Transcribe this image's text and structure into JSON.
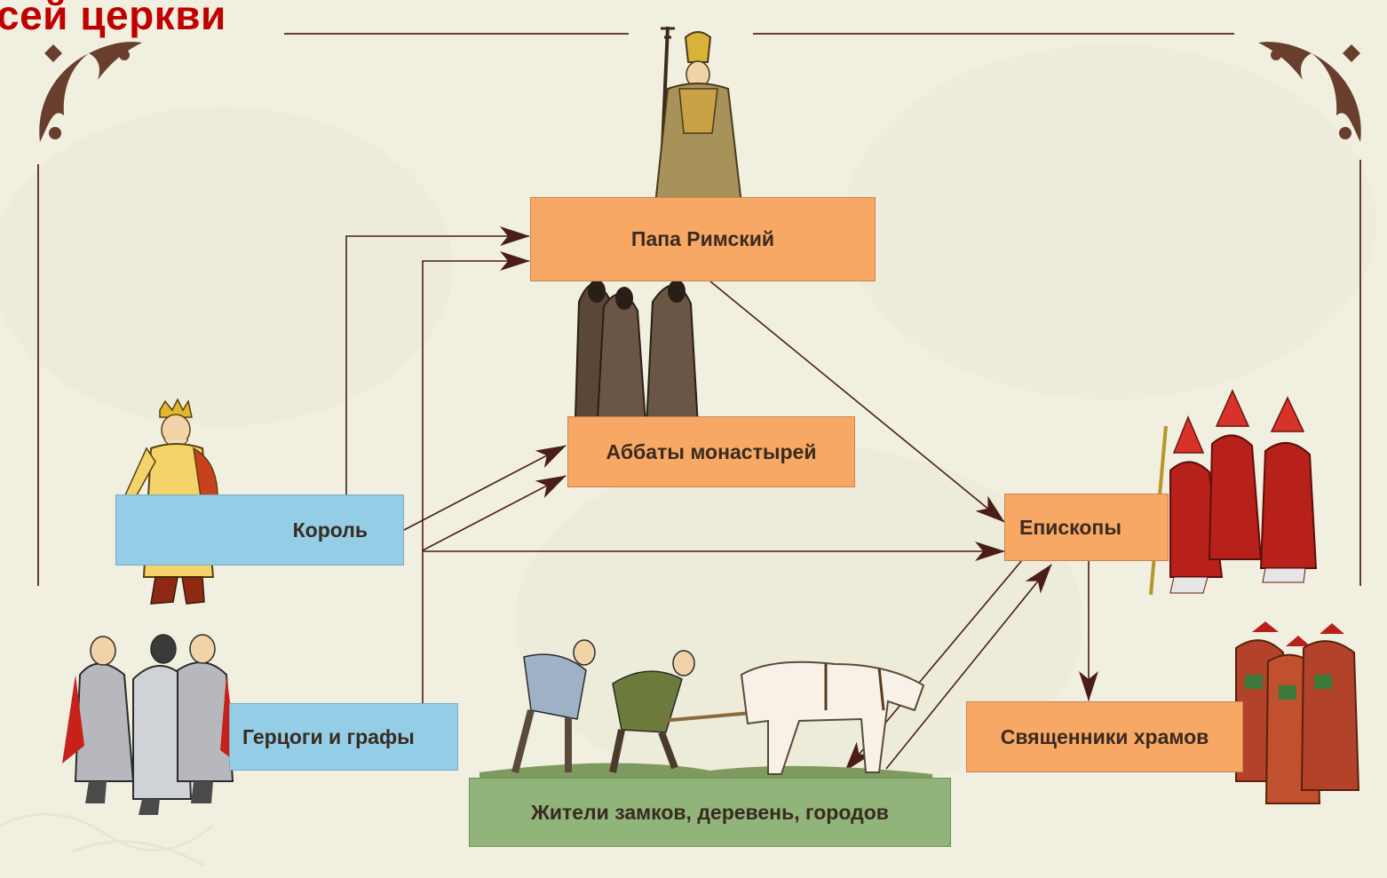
{
  "title": "сей церкви",
  "colors": {
    "title": "#c00000",
    "orange_box": "#f8a865",
    "blue_box": "#93cde6",
    "green_box": "#90b47a",
    "arrow": "#4a1e16",
    "frame": "#6a3e2c"
  },
  "nodes": {
    "pope": "Папа Римский",
    "abbots": "Аббаты монастырей",
    "king": "Король",
    "bishops": "Епископы",
    "dukes": "Герцоги и графы",
    "residents": "Жители замков, деревень, городов",
    "priests": "Священники храмов"
  },
  "illustrations": [
    "pope-figure",
    "monks-figure",
    "king-figure",
    "knights-figure",
    "peasants-ploughing-figure",
    "bishops-figure",
    "priests-figure"
  ]
}
